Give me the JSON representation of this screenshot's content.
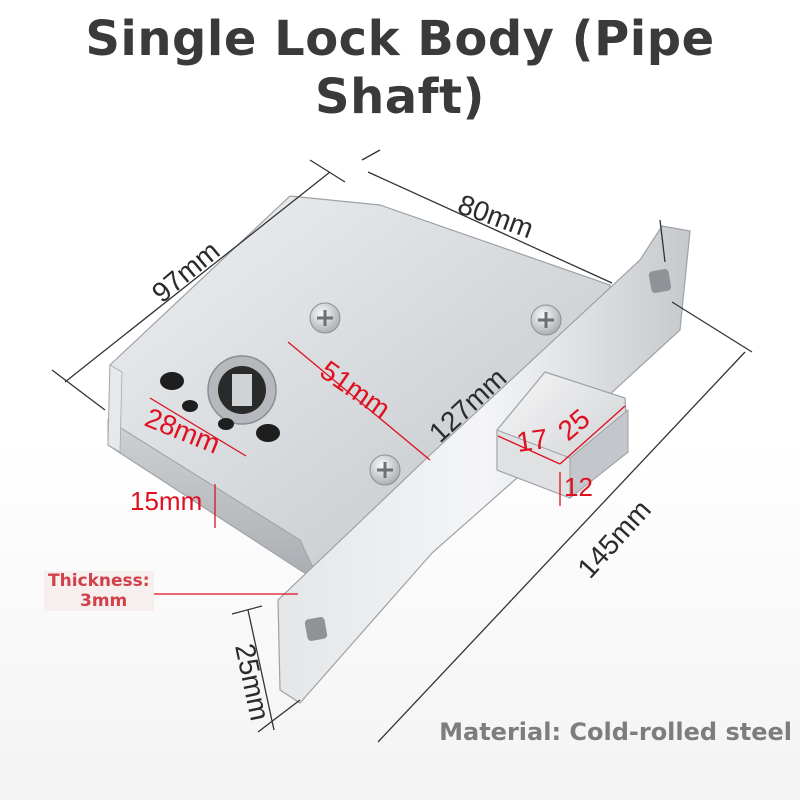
{
  "title": {
    "line1": "Single Lock Body (Pipe",
    "line2": "Shaft)"
  },
  "dimensions": {
    "height": "97mm",
    "depth": "80mm",
    "spindle_to_bolt": "51mm",
    "hole_spacing": "28mm",
    "faceplate_height": "127mm",
    "bolt_width": "17",
    "bolt_throw": "25",
    "bolt_thickness": "12",
    "bottom_offset": "15mm",
    "total_length": "145mm",
    "faceplate_width": "25mm"
  },
  "thickness": {
    "label": "Thickness:",
    "value": "3mm"
  },
  "material": "Material: Cold-rolled steel",
  "colors": {
    "title": "#3a3a3a",
    "red_dimension": "#e01020",
    "steel": "#d6d9dc"
  }
}
